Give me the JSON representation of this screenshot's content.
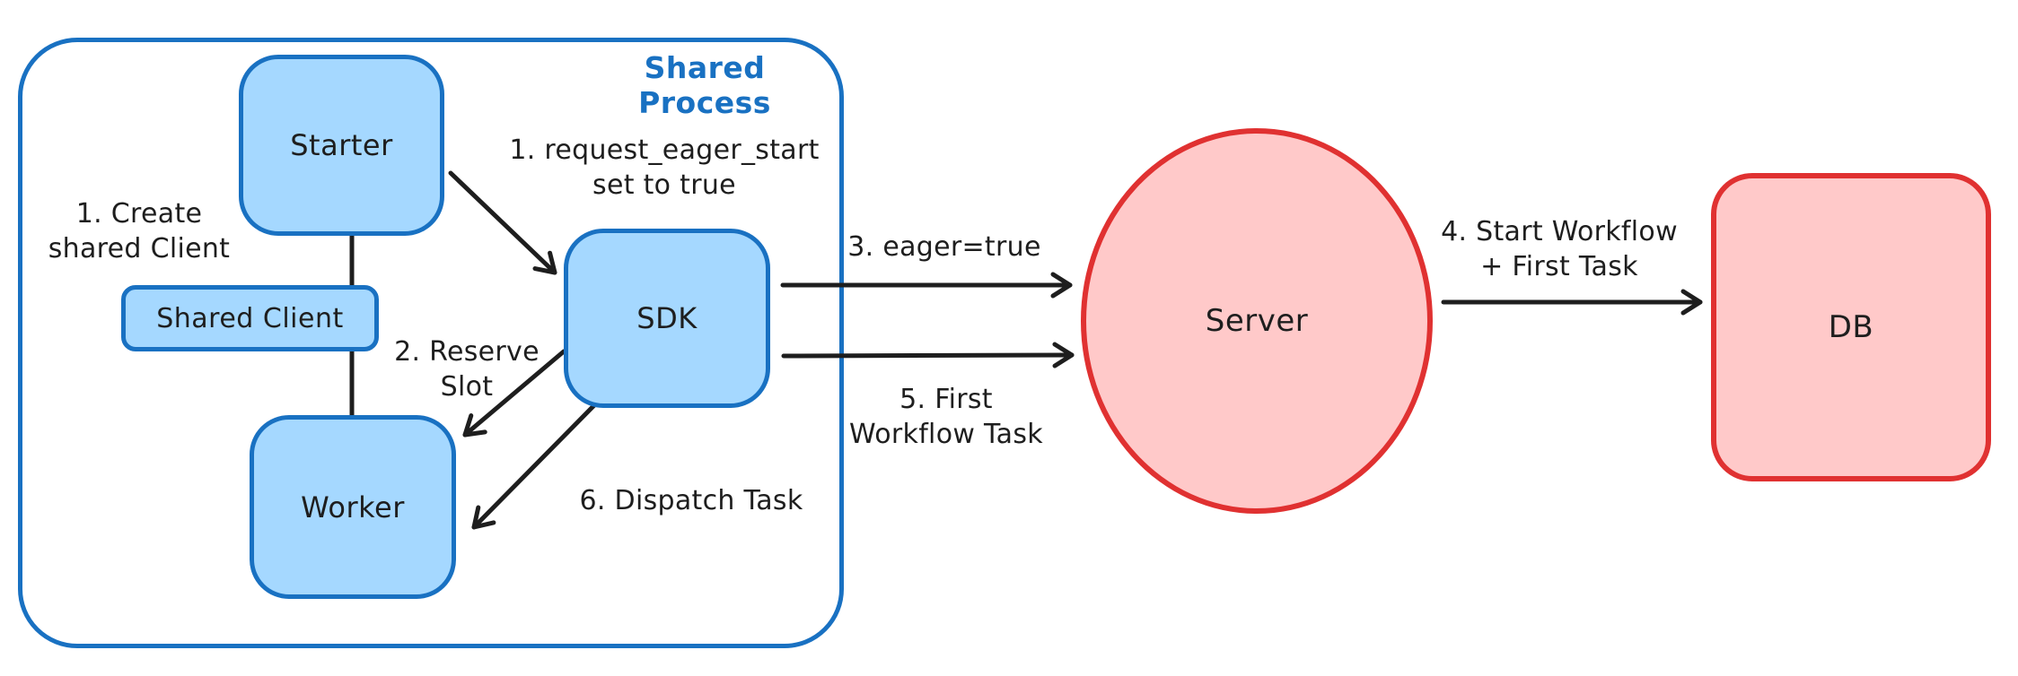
{
  "diagram": {
    "container": {
      "label": "Shared Process"
    },
    "nodes": {
      "starter": {
        "label": "Starter"
      },
      "shared_client": {
        "label": "Shared Client"
      },
      "worker": {
        "label": "Worker"
      },
      "sdk": {
        "label": "SDK"
      },
      "server": {
        "label": "Server"
      },
      "db": {
        "label": "DB"
      }
    },
    "annotations": {
      "create_client": "1. Create\nshared Client",
      "request_eager_start": "1. request_eager_start\nset to true",
      "reserve_slot": "2. Reserve\nSlot",
      "eager_true": "3. eager=true",
      "start_workflow": "4. Start Workflow\n+ First Task",
      "first_workflow_task": "5. First\nWorkflow Task",
      "dispatch_task": "6. Dispatch Task"
    },
    "colors": {
      "blue_stroke": "#1971c2",
      "blue_fill": "#a5d8ff",
      "red_stroke": "#e03131",
      "red_fill": "#ffc9c9",
      "ink": "#1e1e1e"
    }
  }
}
